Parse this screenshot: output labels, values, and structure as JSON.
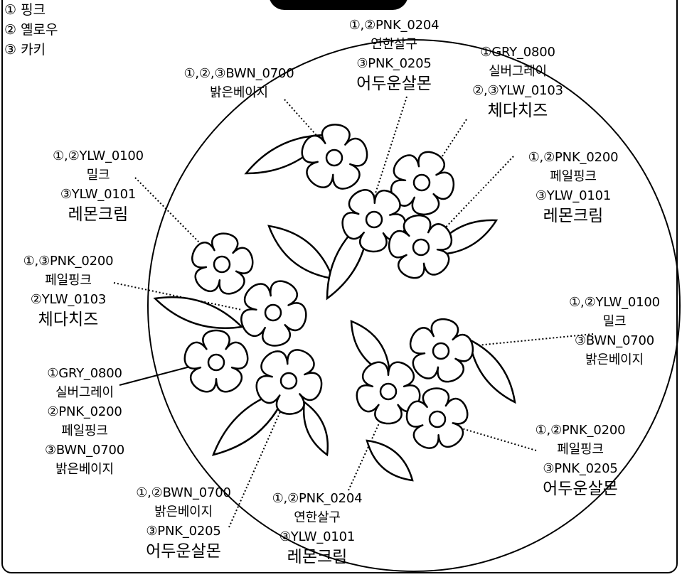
{
  "legend": [
    "① 핑크",
    "② 옐로우",
    "③ 카키"
  ],
  "labels": [
    {
      "id": "top-center",
      "lines": [
        "①,②PNK_0204",
        "연한살구",
        "③PNK_0205",
        "어두운살몬"
      ]
    },
    {
      "id": "top-left",
      "lines": [
        "①,②,③BWN_0700",
        "밝은베이지"
      ]
    },
    {
      "id": "top-right",
      "lines": [
        "①GRY_0800",
        "실버그레이",
        "②,③YLW_0103",
        "체다치즈"
      ]
    },
    {
      "id": "upper-left",
      "lines": [
        "①,②YLW_0100",
        "밀크",
        "③YLW_0101",
        "레몬크림"
      ]
    },
    {
      "id": "upper-right",
      "lines": [
        "①,②PNK_0200",
        "페일핑크",
        "③YLW_0101",
        "레몬크림"
      ]
    },
    {
      "id": "middle-left",
      "lines": [
        "①,③PNK_0200",
        "페일핑크",
        "②YLW_0103",
        "체다치즈"
      ]
    },
    {
      "id": "middle-right",
      "lines": [
        "①,②YLW_0100",
        "밀크",
        "③BWN_0700",
        "밝은베이지"
      ]
    },
    {
      "id": "lower-left",
      "lines": [
        "①GRY_0800",
        "실버그레이",
        "②PNK_0200",
        "페일핑크",
        "③BWN_0700",
        "밝은베이지"
      ]
    },
    {
      "id": "lower-right",
      "lines": [
        "①,②PNK_0200",
        "페일핑크",
        "③PNK_0205",
        "어두운살몬"
      ]
    },
    {
      "id": "bottom-left",
      "lines": [
        "①,②BWN_0700",
        "밝은베이지",
        "③PNK_0205",
        "어두운살몬"
      ]
    },
    {
      "id": "bottom-center",
      "lines": [
        "①,②PNK_0204",
        "연한살구",
        "③YLW_0101",
        "레몬크림"
      ]
    }
  ]
}
